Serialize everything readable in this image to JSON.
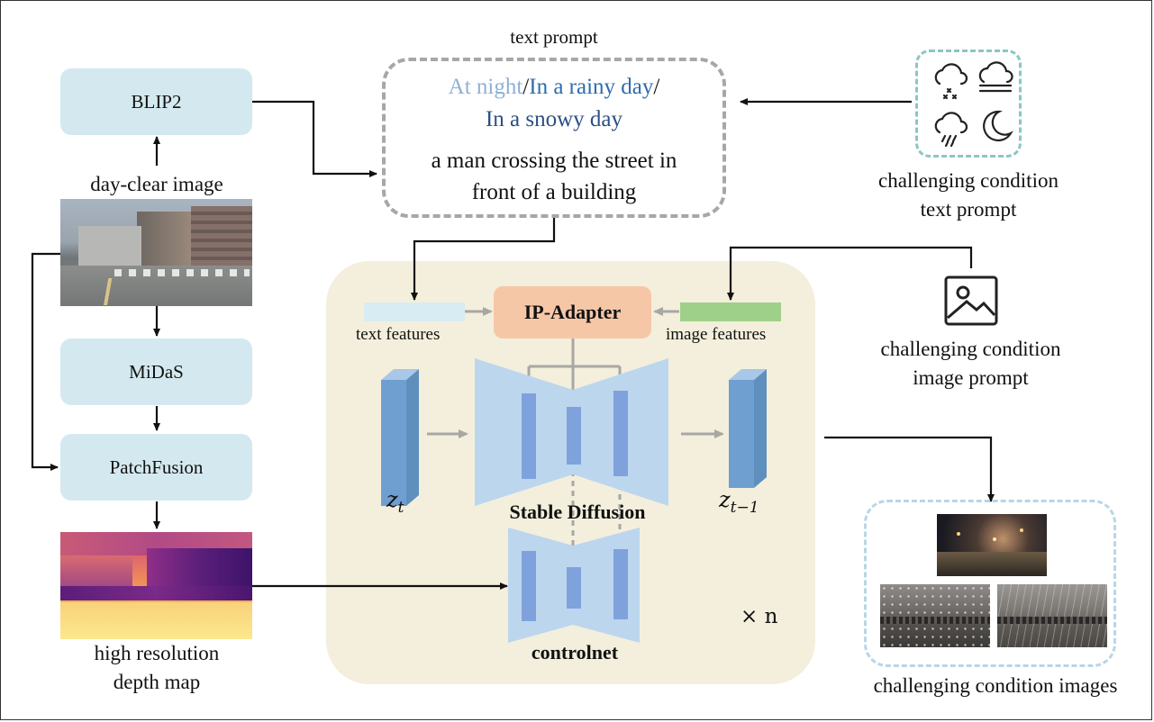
{
  "prompt": {
    "title": "text prompt",
    "night": "At night",
    "sep1": "/",
    "rainy": "In a rainy day",
    "sep2": "/",
    "snowy": "In a snowy day",
    "caption_line1": "a man crossing the street in",
    "caption_line2": "front of a building"
  },
  "left": {
    "blip2": "BLIP2",
    "day_clear": "day-clear image",
    "midas": "MiDaS",
    "patchfusion": "PatchFusion",
    "depth_line1": "high resolution",
    "depth_line2": "depth map"
  },
  "core": {
    "text_features": "text features",
    "ip_adapter": "IP-Adapter",
    "image_features": "image features",
    "z_t": "z",
    "z_t_sub": "t",
    "z_prev": "z",
    "z_prev_sub": "t−1",
    "stable_diffusion": "Stable Diffusion",
    "controlnet": "controlnet",
    "times_n": "× n"
  },
  "right": {
    "text_cond_line1": "challenging condition",
    "text_cond_line2": "text prompt",
    "image_cond_line1": "challenging condition",
    "image_cond_line2": "image prompt",
    "output": "challenging condition images"
  },
  "colors": {
    "night": "#8fb0d6",
    "rainy": "#2e6cad",
    "snowy": "#2b4f86",
    "box": "#d4e9ef",
    "core_bg": "#f3efdc",
    "ip_adapter": "#f6c7a7",
    "text_feat": "#d8ecf3",
    "image_feat": "#9fd089",
    "unet": "#bcd6ee",
    "unet_bar": "#7fa2dd"
  },
  "icons": [
    "snow-cloud-icon",
    "fog-icon",
    "rain-cloud-icon",
    "moon-icon",
    "image-icon"
  ]
}
